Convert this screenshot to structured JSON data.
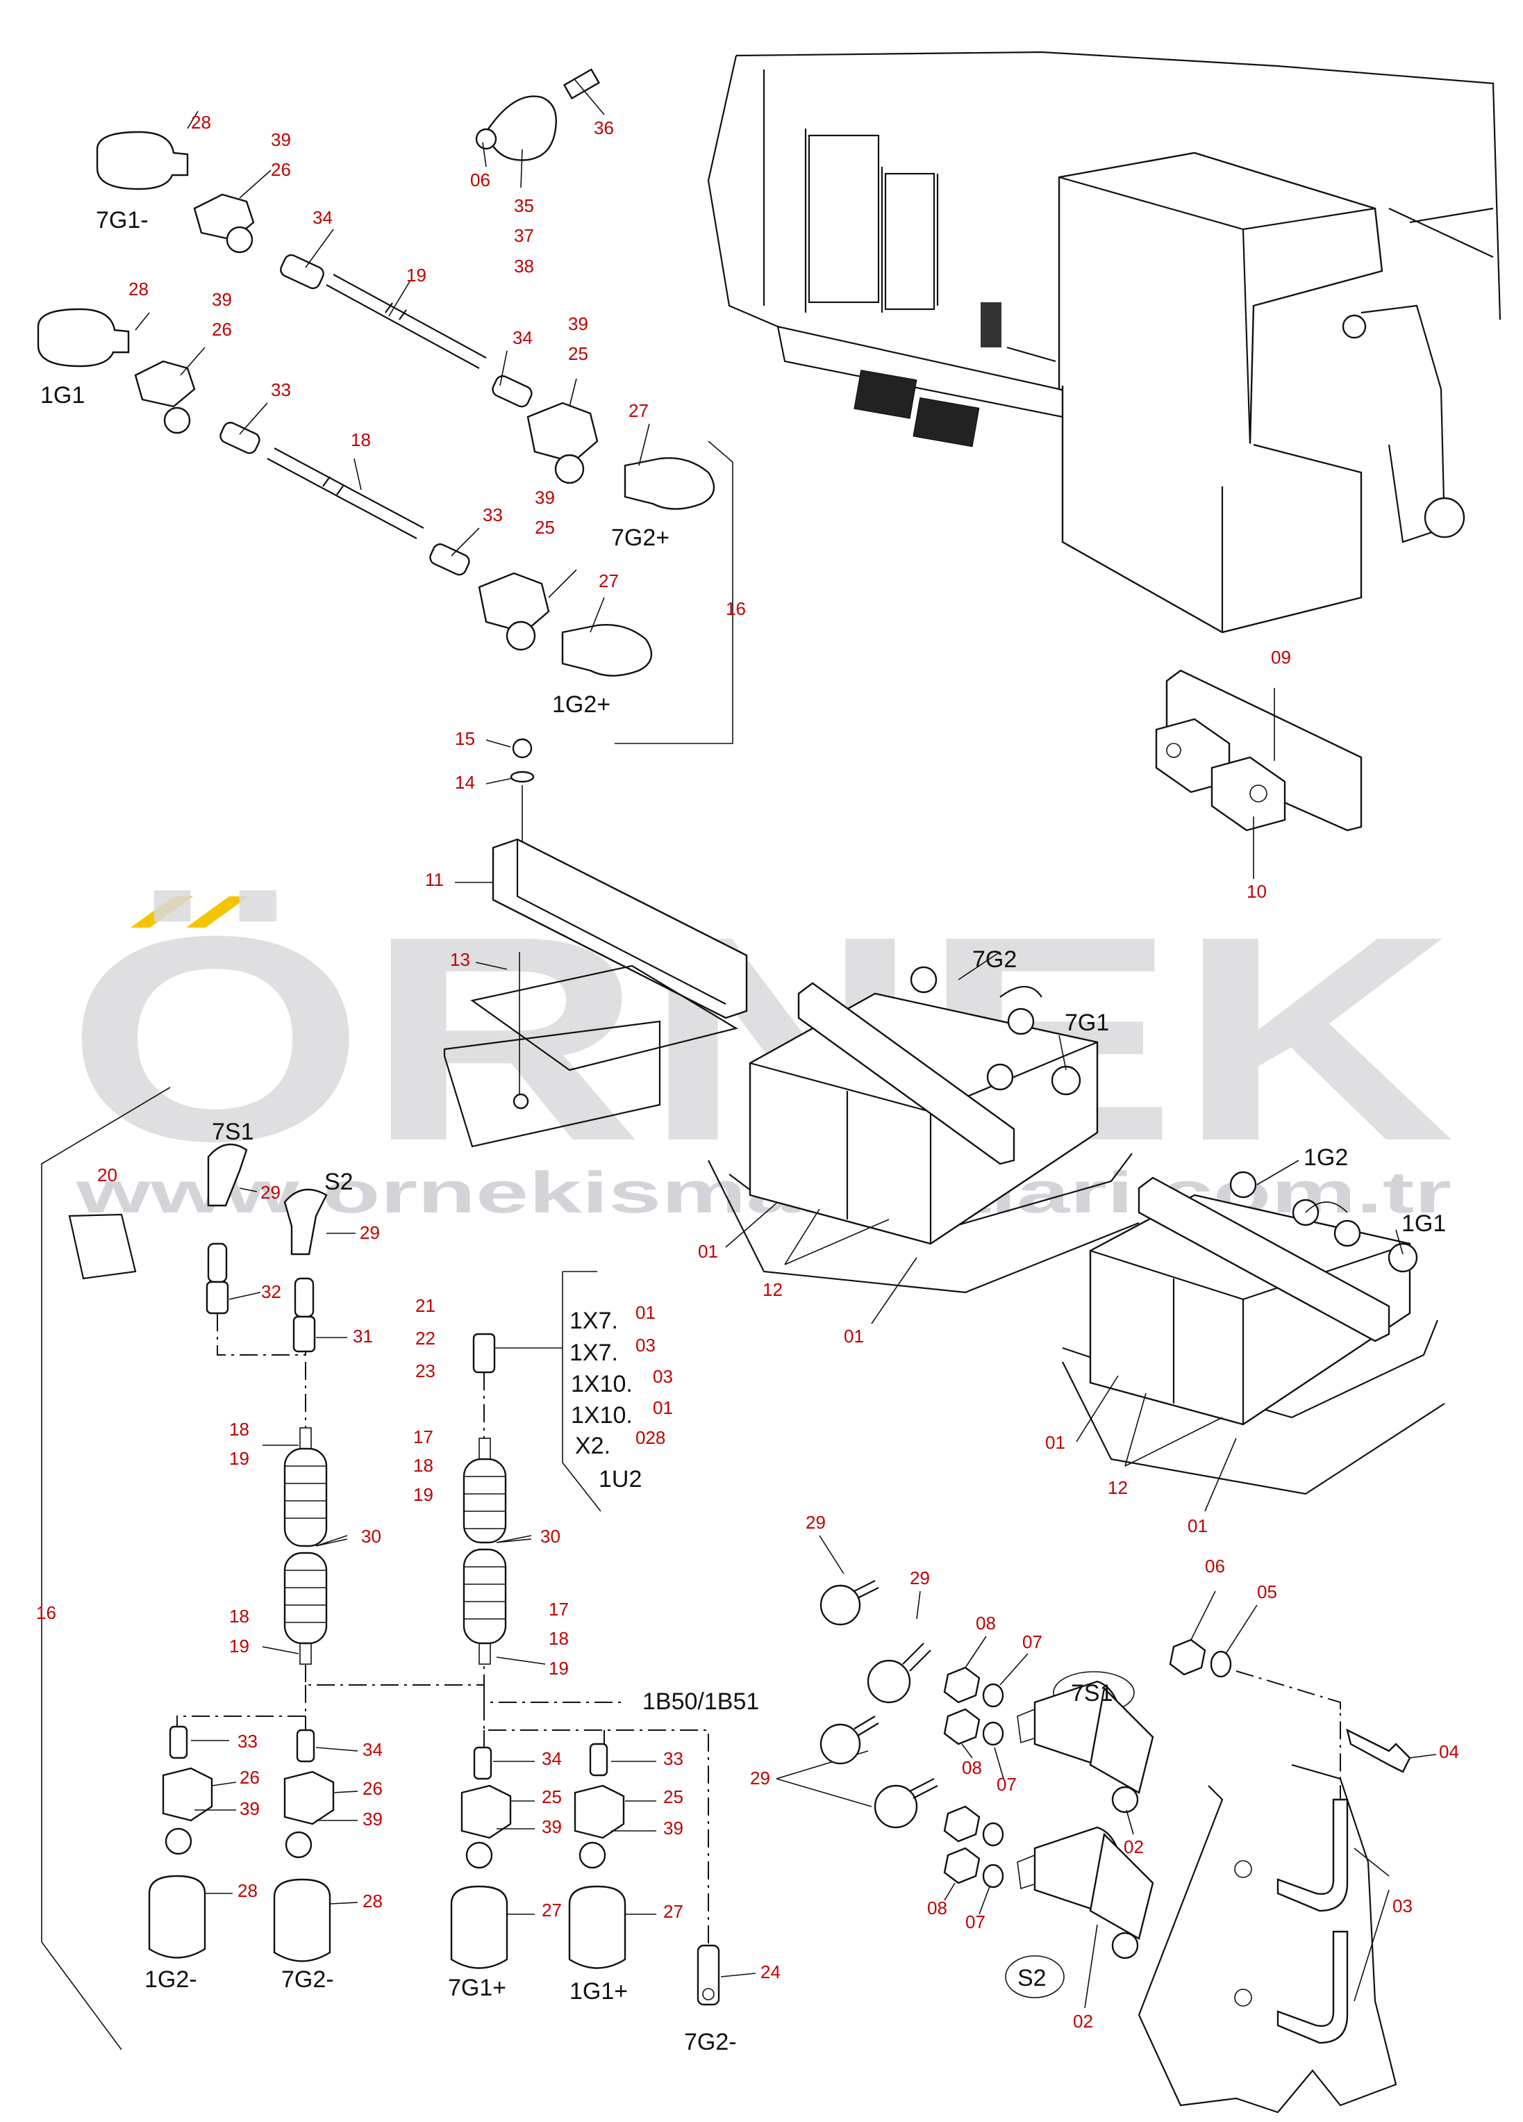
{
  "colors": {
    "part_number": "#c00000",
    "line": "#111111",
    "watermark_gray": "#d9d9dc",
    "watermark_accent": "#f5c400"
  },
  "watermark": {
    "brand": "ÖRNEK",
    "url": "www.ornekismakinalari.com.tr"
  },
  "groups": {
    "g16_top": "16",
    "g16_left": "16"
  },
  "top_left": {
    "label_7g1_minus": "7G1-",
    "label_1g1": "1G1",
    "label_7g2_plus": "7G2+",
    "label_1g2_plus": "1G2+",
    "p28a": "28",
    "p39a": "39",
    "p26a": "26",
    "p34a": "34",
    "p19": "19",
    "p28b": "28",
    "p39b": "39",
    "p26b": "26",
    "p33a": "33",
    "p18": "18",
    "p34b": "34",
    "p39c": "39",
    "p25a": "25",
    "p27a": "27",
    "p39d": "39",
    "p33b": "33",
    "p25b": "25",
    "p27b": "27",
    "p36": "36",
    "p06": "06",
    "p35": "35",
    "p37": "37",
    "p38": "38"
  },
  "tray": {
    "p15": "15",
    "p14": "14",
    "p11": "11",
    "p13": "13"
  },
  "batteries": {
    "label_7g2": "7G2",
    "label_7g1": "7G1",
    "label_1g2": "1G2",
    "label_1g1": "1G1",
    "p01a": "01",
    "p12a": "12",
    "p01b": "01",
    "p01c": "01",
    "p12b": "12",
    "p01d": "01"
  },
  "clamp": {
    "p09": "09",
    "p10": "10"
  },
  "left_wiring": {
    "label_7s1": "7S1",
    "label_s2": "S2",
    "p20": "20",
    "p29a": "29",
    "p29b": "29",
    "p32": "32",
    "p31": "31",
    "p18a": "18",
    "p19a": "19",
    "p30a": "30",
    "p18b": "18",
    "p19b": "19",
    "p21": "21",
    "p22": "22",
    "p23": "23",
    "p17a": "17",
    "p18c": "18",
    "p19c": "19",
    "p30b": "30",
    "p17b": "17",
    "p18d": "18",
    "p19d": "19",
    "conn_1x7_a": "1X7.",
    "conn_1x7_a_n": "01",
    "conn_1x7_b": "1X7.",
    "conn_1x7_b_n": "03",
    "conn_1x10_a": "1X10.",
    "conn_1x10_a_n": "03",
    "conn_1x10_b": "1X10.",
    "conn_1x10_b_n": "01",
    "conn_x2": "X2.",
    "conn_x2_n": "028",
    "label_1u2": "1U2",
    "label_1b50": "1B50/1B51"
  },
  "bottom_terminals": {
    "p33a": "33",
    "p26a": "26",
    "p39a": "39",
    "p28a": "28",
    "p34a": "34",
    "p26b": "26",
    "p39b": "39",
    "p28b": "28",
    "p34b": "34",
    "p25a": "25",
    "p39c": "39",
    "p27a": "27",
    "p33b": "33",
    "p25b": "25",
    "p39d": "39",
    "p27b": "27",
    "p24": "24",
    "label_1g2_minus": "1G2-",
    "label_7g2_minus_a": "7G2-",
    "label_7g1_plus": "7G1+",
    "label_1g1_plus": "1G1+",
    "label_7g2_minus_b": "7G2-"
  },
  "switches": {
    "p29a": "29",
    "p29b": "29",
    "p29c": "29",
    "p08a": "08",
    "p07a": "07",
    "p08b": "08",
    "p07b": "07",
    "p08c": "08",
    "p07c": "07",
    "label_7s1": "7S1",
    "label_s2": "S2",
    "p02a": "02",
    "p02b": "02",
    "p06": "06",
    "p05": "05",
    "p04": "04",
    "p03": "03"
  }
}
